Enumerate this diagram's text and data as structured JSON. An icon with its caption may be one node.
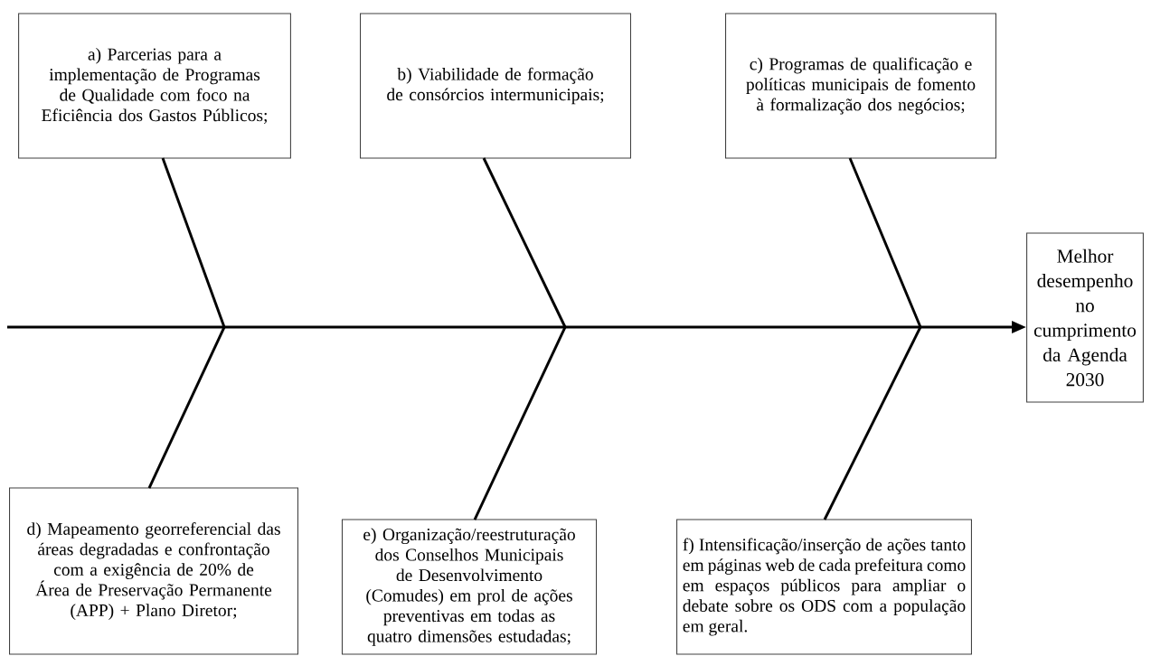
{
  "diagram": {
    "nodes": [
      {
        "text": [
          "a) Parcerias para a implementação de Programas de Qualidade com foco na Eficiência dos Gastos Públicos;"
        ]
      },
      {
        "text": [
          "b) Viabilidade de formação de consórcios intermunicipais;"
        ]
      },
      {
        "text": [
          "c) Programas de qualificação e políticas municipais de fomento à formalização dos negócios;"
        ]
      },
      {
        "text": [
          "d) Mapeamento georreferencial das áreas degradadas e confrontação com a exigência de 20% de Área de Preservação Permanente (APP) + Plano Diretor;"
        ]
      },
      {
        "text": [
          "e) Organização/reestruturação dos Conselhos Municipais de Desenvolvimento (Comudes) em prol de ações preventivas em todas as quatro dimensões estudadas;"
        ]
      },
      {
        "text": [
          "f) Intensificação/inserção de ações tanto em páginas web de cada prefeitura como em espaços públicos para ampliar o debate sobre os ODS com a população em geral."
        ]
      },
      {
        "text": [
          "Melhor desempenho no cumprimento da Agenda 2030"
        ]
      }
    ],
    "edges": [
      {
        "from": null,
        "to": 6,
        "arrow": "to"
      },
      {
        "from": 0,
        "to": null,
        "arrow": "none"
      },
      {
        "from": 1,
        "to": null,
        "arrow": "none"
      },
      {
        "from": 2,
        "to": null,
        "arrow": "none"
      },
      {
        "from": 3,
        "to": null,
        "arrow": "none"
      },
      {
        "from": 4,
        "to": null,
        "arrow": "none"
      },
      {
        "from": 5,
        "to": null,
        "arrow": "none"
      }
    ]
  }
}
